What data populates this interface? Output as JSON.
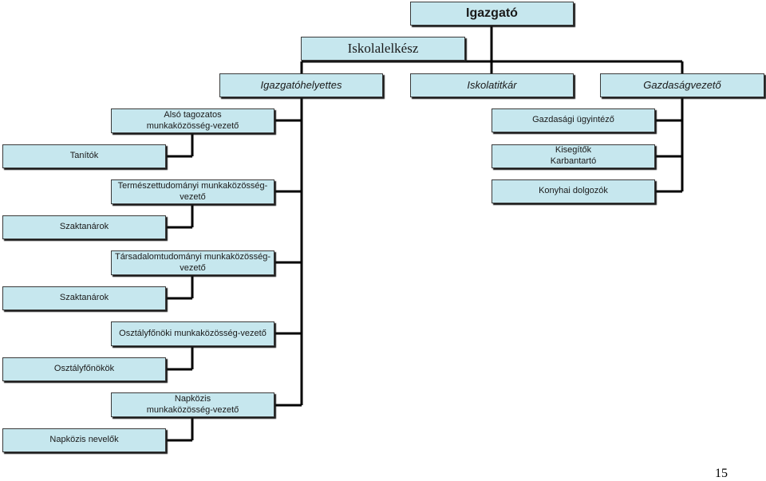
{
  "nodes": {
    "director": "Igazgató",
    "chaplain": "Iskolalelkész",
    "deputy": "Igazgatóhelyettes",
    "secretary": "Iskolatitkár",
    "finance_manager": "Gazdaságvezető",
    "lower_grade_head": [
      "Alsó tagozatos",
      "munkaközösség-vezető"
    ],
    "teachers": "Tanítók",
    "science_head": [
      "Természettudományi munkaközösség-",
      "vezető"
    ],
    "science_teachers": "Szaktanárok",
    "humanities_head": [
      "Társadalomtudományi munkaközösség-",
      "vezető"
    ],
    "humanities_teachers": "Szaktanárok",
    "homeroom_head": "Osztályfőnöki munkaközösség-vezető",
    "homeroom_teachers": "Osztályfőnökök",
    "daycare_head": [
      "Napközis",
      "munkaközösség-vezető"
    ],
    "daycare_teachers": "Napközis nevelők",
    "finance_clerk": "Gazdasági ügyintéző",
    "maintenance": [
      "Kisegítők",
      "Karbantartó"
    ],
    "kitchen_staff": "Konyhai dolgozók"
  },
  "page_number": "15",
  "colors": {
    "box_fill": "#c6e7ee",
    "box_border": "#3a3a3a",
    "line": "#000000"
  }
}
